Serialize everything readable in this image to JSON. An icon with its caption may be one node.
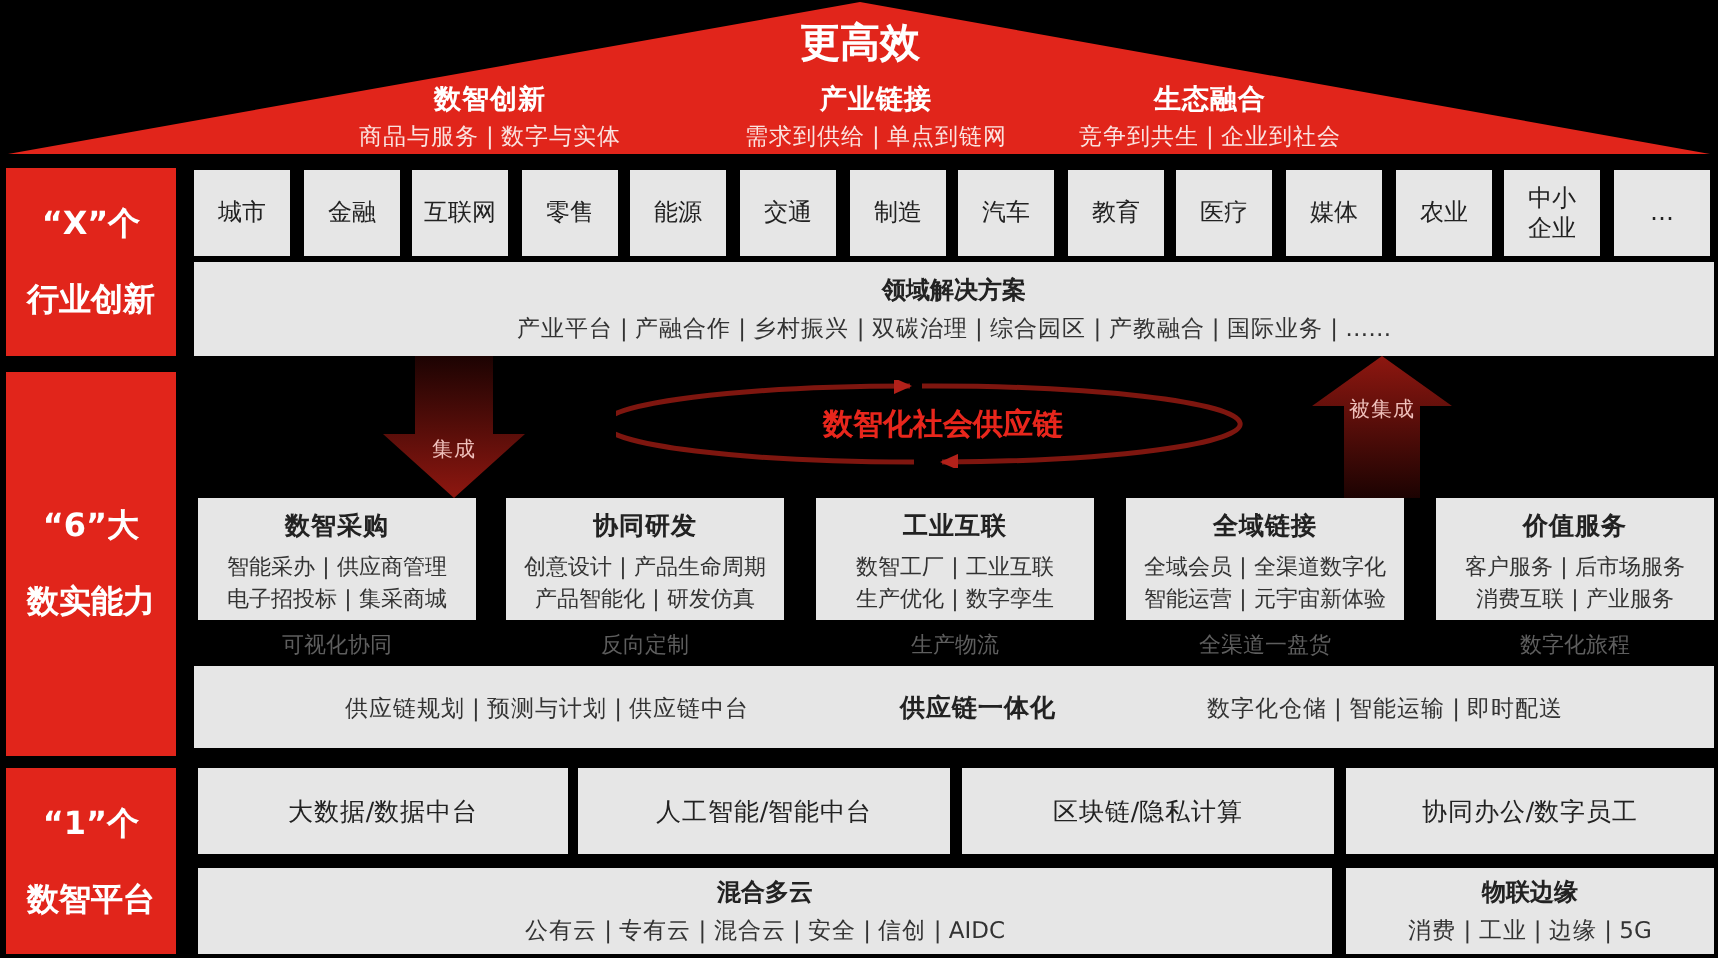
{
  "diagram": {
    "nodes": [
      {
        "text": [
          "更高效",
          "数智创新",
          "商品与服务 | 数字与实体",
          "产业链接",
          "需求到供给 | 单点到链网",
          "生态融合",
          "竞争到共生 | 企业到社会"
        ]
      },
      {
        "text": [
          "“X”个",
          "行业创新"
        ]
      },
      {
        "text": [
          "城市"
        ]
      },
      {
        "text": [
          "金融"
        ]
      },
      {
        "text": [
          "互联网"
        ]
      },
      {
        "text": [
          "零售"
        ]
      },
      {
        "text": [
          "能源"
        ]
      },
      {
        "text": [
          "交通"
        ]
      },
      {
        "text": [
          "制造"
        ]
      },
      {
        "text": [
          "汽车"
        ]
      },
      {
        "text": [
          "教育"
        ]
      },
      {
        "text": [
          "医疗"
        ]
      },
      {
        "text": [
          "媒体"
        ]
      },
      {
        "text": [
          "农业"
        ]
      },
      {
        "text": [
          "中小企业"
        ]
      },
      {
        "text": [
          "…"
        ]
      },
      {
        "text": [
          "领域解决方案",
          "产业平台 | 产融合作 | 乡村振兴 | 双碳治理 | 综合园区 | 产教融合 | 国际业务 | ……"
        ]
      },
      {
        "text": [
          "“6”大",
          "数实能力"
        ]
      },
      {
        "text": [
          "数智化社会供应链"
        ]
      },
      {
        "text": [
          "数智采购",
          "智能采办 | 供应商管理",
          "电子招投标 | 集采商城"
        ],
        "beside": [
          "可视化协同"
        ]
      },
      {
        "text": [
          "协同研发",
          "创意设计 | 产品生命周期",
          "产品智能化 | 研发仿真"
        ],
        "beside": [
          "反向定制"
        ]
      },
      {
        "text": [
          "工业互联",
          "数智工厂 | 工业互联",
          "生产优化 | 数字孪生"
        ],
        "beside": [
          "生产物流"
        ]
      },
      {
        "text": [
          "全域链接",
          "全域会员 | 全渠道数字化",
          "智能运营 | 元宇宙新体验"
        ],
        "beside": [
          "全渠道一盘货"
        ]
      },
      {
        "text": [
          "价值服务",
          "客户服务 | 后市场服务",
          "消费互联 | 产业服务"
        ],
        "beside": [
          "数字化旅程"
        ]
      },
      {
        "text": [
          "供应链规划 | 预测与计划 | 供应链中台",
          "供应链一体化",
          "数字化仓储 | 智能运输 | 即时配送"
        ]
      },
      {
        "text": [
          "“1”个",
          "数智平台"
        ]
      },
      {
        "text": [
          "大数据/数据中台"
        ]
      },
      {
        "text": [
          "人工智能/智能中台"
        ]
      },
      {
        "text": [
          "区块链/隐私计算"
        ]
      },
      {
        "text": [
          "协同办公/数字员工"
        ]
      },
      {
        "text": [
          "混合多云",
          "公有云 | 专有云 | 混合云 | 安全 | 信创 | AIDC"
        ]
      },
      {
        "text": [
          "物联边缘",
          "消费 | 工业 | 边缘 | 5G"
        ]
      }
    ],
    "edges": [
      {
        "from": 16,
        "to": 19,
        "arrow": "to",
        "label": "集成"
      },
      {
        "from": 22,
        "to": 16,
        "arrow": "to",
        "label": "被集成"
      }
    ]
  }
}
